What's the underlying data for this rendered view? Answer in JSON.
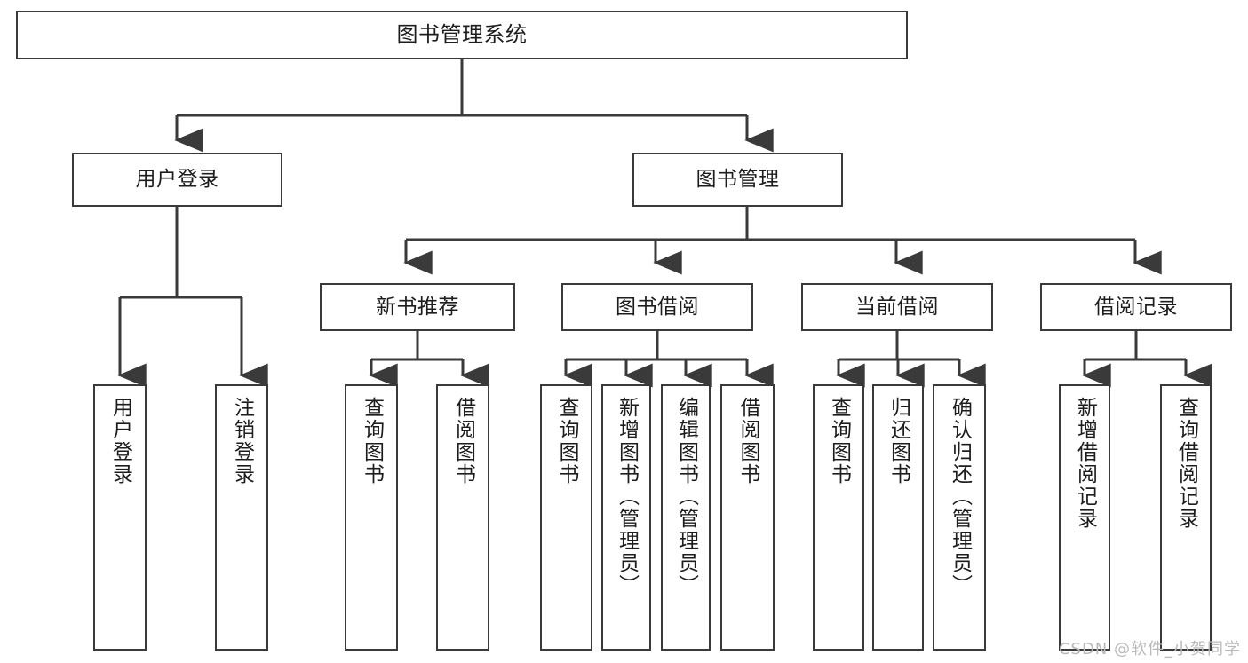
{
  "diagram": {
    "type": "tree",
    "title": "图书管理系统",
    "watermark": "CSDN @软件_小贺同学",
    "colors": {
      "stroke": "#3a3a3a",
      "fill": "#ffffff",
      "text": "#1d1d1d",
      "watermark": "#b9b9b9"
    },
    "nodes": {
      "root": {
        "label": "图书管理系统"
      },
      "level1": [
        {
          "id": "user-login",
          "label": "用户登录"
        },
        {
          "id": "book-manage",
          "label": "图书管理"
        }
      ],
      "level2": [
        {
          "id": "new-book-rec",
          "label": "新书推荐"
        },
        {
          "id": "book-borrow",
          "label": "图书借阅"
        },
        {
          "id": "current-borrow",
          "label": "当前借阅"
        },
        {
          "id": "borrow-record",
          "label": "借阅记录"
        }
      ],
      "leaves": [
        {
          "id": "leaf-user-login",
          "label": "用户登录",
          "parent": "user-login"
        },
        {
          "id": "leaf-logout",
          "label": "注销登录",
          "parent": "user-login"
        },
        {
          "id": "leaf-query-book-1",
          "label": "查询图书",
          "parent": "new-book-rec"
        },
        {
          "id": "leaf-borrow-book-1",
          "label": "借阅图书",
          "parent": "new-book-rec"
        },
        {
          "id": "leaf-query-book-2",
          "label": "查询图书",
          "parent": "book-borrow"
        },
        {
          "id": "leaf-add-book",
          "label": "新增图书（管理员）",
          "parent": "book-borrow"
        },
        {
          "id": "leaf-edit-book",
          "label": "编辑图书（管理员）",
          "parent": "book-borrow"
        },
        {
          "id": "leaf-borrow-book-2",
          "label": "借阅图书",
          "parent": "book-borrow"
        },
        {
          "id": "leaf-query-book-3",
          "label": "查询图书",
          "parent": "current-borrow"
        },
        {
          "id": "leaf-return-book",
          "label": "归还图书",
          "parent": "current-borrow"
        },
        {
          "id": "leaf-confirm-return",
          "label": "确认归还（管理员）",
          "parent": "current-borrow"
        },
        {
          "id": "leaf-add-record",
          "label": "新增借阅记录",
          "parent": "borrow-record"
        },
        {
          "id": "leaf-query-record",
          "label": "查询借阅记录",
          "parent": "borrow-record"
        }
      ]
    }
  }
}
